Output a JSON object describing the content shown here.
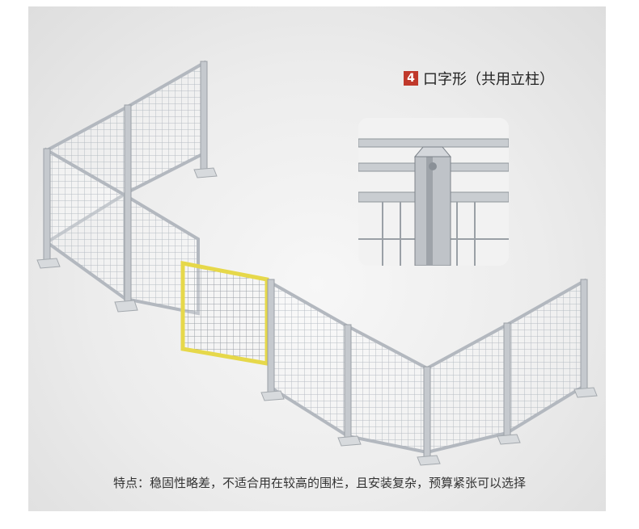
{
  "title": {
    "number": "4",
    "text": "口字形（共用立柱）"
  },
  "caption": "特点：稳固性略差，不适合用在较高的围栏，且安装复杂，预算紧张可以选择",
  "colors": {
    "gate": "#e6d84a",
    "frame": "#b9bec4",
    "badge": "#c0392b"
  }
}
